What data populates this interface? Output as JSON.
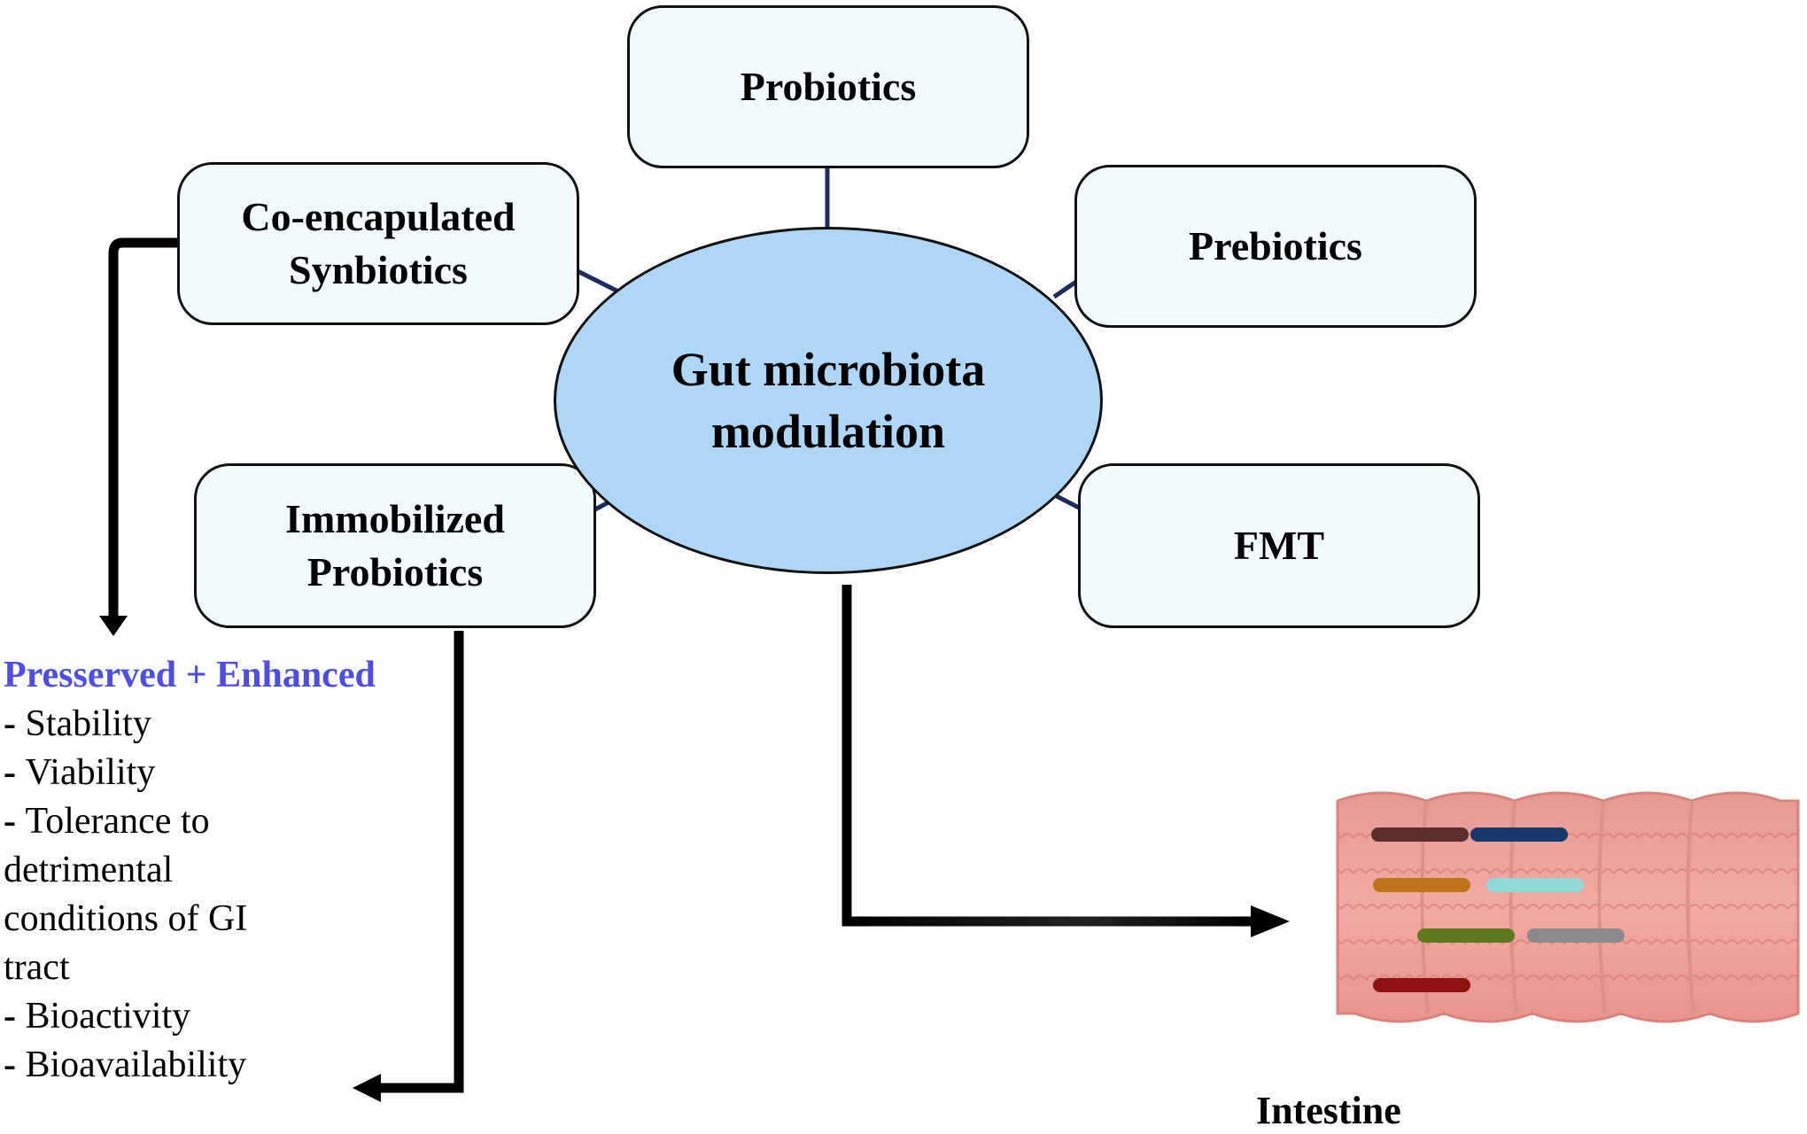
{
  "center": {
    "line1": "Gut microbiota",
    "line2": "modulation",
    "fill": "#aed6f6"
  },
  "boxes": {
    "probiotics": {
      "line1": "Probiotics"
    },
    "co_encapsulated": {
      "line1": "Co-encapulated",
      "line2": "Synbiotics"
    },
    "prebiotics": {
      "line1": "Prebiotics"
    },
    "immobilized": {
      "line1": "Immobilized",
      "line2": "Probiotics"
    },
    "fmt": {
      "line1": "FMT"
    }
  },
  "benefits": {
    "heading": "Presserved + Enhanced",
    "heading_color": "#4d4de9",
    "items": [
      "Stability",
      "Viability",
      "Tolerance to\ndetrimental\nconditions of GI\ntract",
      "Bioactivity",
      "Bioavailability"
    ]
  },
  "intestine": {
    "label": "Intestine",
    "bacteria_colors": [
      "#5a2e2a",
      "#143a6b",
      "#c07418",
      "#8fd9d6",
      "#5e7a1e",
      "#8a8a8a",
      "#8f1212"
    ]
  },
  "connector_color": "#1c2c5e"
}
